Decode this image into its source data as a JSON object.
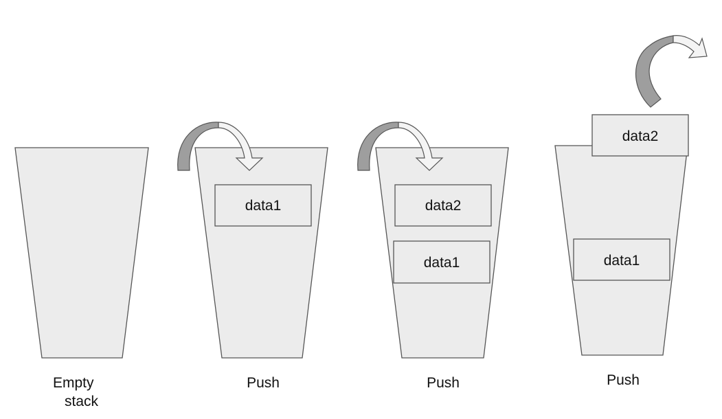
{
  "panels": [
    {
      "caption_lines": [
        "Empty",
        "stack"
      ],
      "items": []
    },
    {
      "caption_lines": [
        "Push"
      ],
      "items": [
        "data1"
      ]
    },
    {
      "caption_lines": [
        "Push"
      ],
      "items": [
        "data2",
        "data1"
      ]
    },
    {
      "caption_lines": [
        "Push"
      ],
      "items": [
        "data1"
      ],
      "outgoing": "data2"
    }
  ]
}
